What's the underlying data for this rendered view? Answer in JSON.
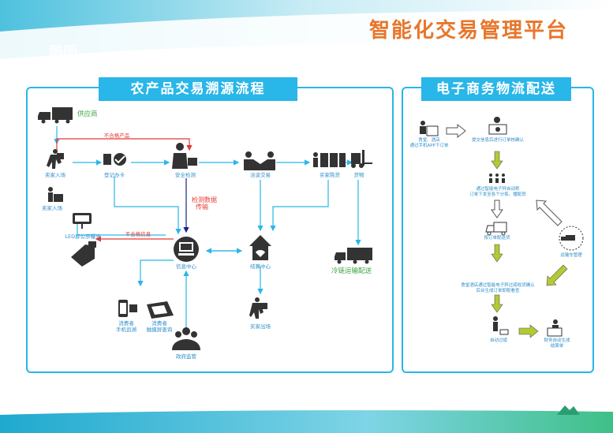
{
  "header": {
    "title": "智能化交易管理平台",
    "watermark": "酷图"
  },
  "left_panel": {
    "title": "农产品交易溯源流程",
    "nodes": {
      "supplier": "供应商",
      "seller_entry": "卖家入场",
      "registration": "登记办卡",
      "safety_test": "安全检测",
      "negotiation": "洽谈交易",
      "buyer_purchase": "买家购货",
      "cargo": "货物",
      "seller_exit": "卖家入场",
      "led_screen": "LED屏公示曝光",
      "info_center": "信息中心",
      "settlement": "结算中心",
      "cold_chain": "冷链运输配送",
      "consumer_mobile_1": "消费者",
      "consumer_mobile_2": "手机追溯",
      "consumer_touch_1": "消费者",
      "consumer_touch_2": "触摸屏查询",
      "buyer_exit": "买家出场",
      "gov_supervision": "政府监管"
    },
    "flow_labels": {
      "unqualified_product": "不合格产品",
      "unqualified_info": "不合格信息",
      "test_data_1": "检测数据",
      "test_data_2": "传输"
    }
  },
  "right_panel": {
    "title": "电子商务物流配送",
    "nodes": {
      "canteen_1": "食堂、酒店",
      "canteen_2": "通过手机APP下订单",
      "platform_confirm": "提交信息后进行订单核确认",
      "smart_1": "通过智能电子秤自动称",
      "smart_2": "订单下发至各个分拣、播配员",
      "order_delivery": "按订单配送货",
      "tracking": "运输车管理",
      "confirm_1": "食堂酒店通过智能电子秤过磅收货确认",
      "confirm_2": "后台生成订单即配看查",
      "auto_check": "自动过磅",
      "finance_1": "财务自动生成",
      "finance_2": "结算单"
    }
  }
}
